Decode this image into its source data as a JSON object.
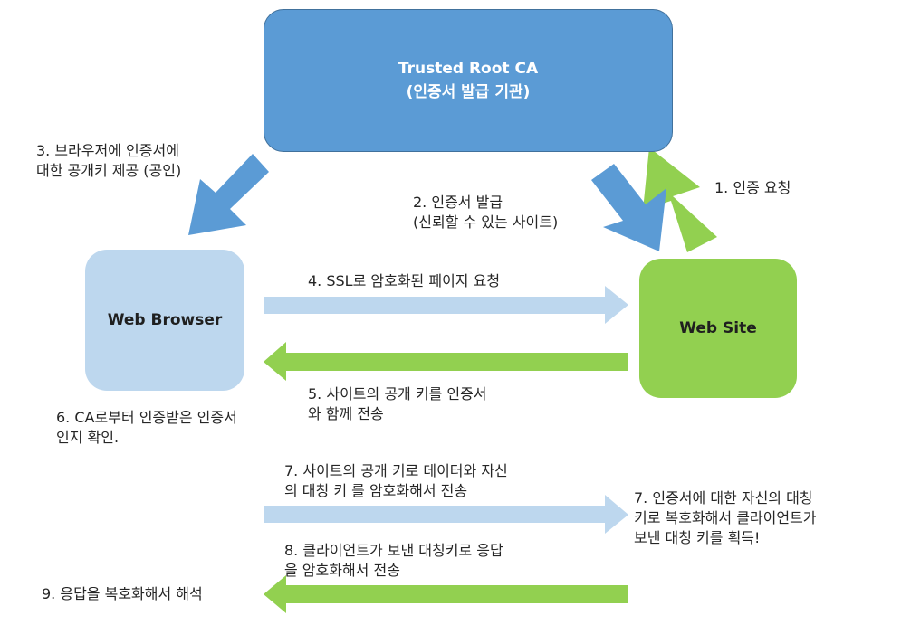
{
  "nodes": {
    "ca": {
      "title": "Trusted Root CA",
      "subtitle": "(인증서 발급 기관)"
    },
    "browser": {
      "title": "Web Browser"
    },
    "site": {
      "title": "Web Site"
    }
  },
  "steps": {
    "s1": [
      "1. 인증 요청"
    ],
    "s2": [
      "2. 인증서 발급",
      "(신뢰할 수 있는 사이트)"
    ],
    "s3": [
      "3. 브라우저에 인증서에",
      "대한 공개키 제공 (공인)"
    ],
    "s4": [
      "4. SSL로 암호화된 페이지 요청"
    ],
    "s5": [
      "5. 사이트의 공개 키를 인증서",
      "와 함께 전송"
    ],
    "s6": [
      "6. CA로부터 인증받은 인증서",
      "인지 확인."
    ],
    "s7a": [
      "7. 사이트의 공개 키로 데이터와 자신",
      "의 대칭 키 를 암호화해서 전송"
    ],
    "s7b": [
      "7. 인증서에 대한 자신의 대칭",
      "키로 복호화해서 클라이언트가",
      "보낸 대칭 키를 획득!"
    ],
    "s8": [
      "8. 클라이언트가 보낸 대칭키로 응답",
      "을 암호화해서 전송"
    ],
    "s9": [
      "9. 응답을 복호화해서 해석"
    ]
  },
  "colors": {
    "blue_arrow": "#5b9bd5",
    "light_blue_arrow": "#bdd7ee",
    "green_arrow": "#92d050",
    "ca_box": "#5b9bd5",
    "browser_box": "#bdd7ee",
    "site_box": "#92d050"
  }
}
